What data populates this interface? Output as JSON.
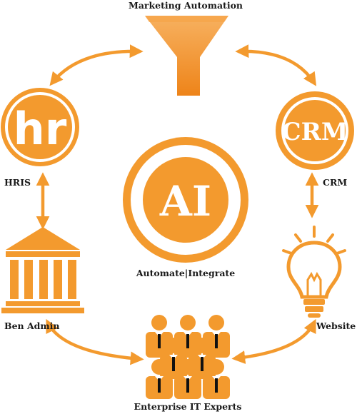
{
  "nodes": {
    "top": {
      "label": "Marketing Automation",
      "icon": "funnel-icon"
    },
    "left_top": {
      "label": "HRIS",
      "icon": "hr-logo-icon",
      "icon_text": "hr"
    },
    "right_top": {
      "label": "CRM",
      "icon": "crm-circle-icon",
      "icon_text": "CRM"
    },
    "center": {
      "label": "Automate|Integrate",
      "icon": "ai-circle-icon",
      "icon_text": "AI"
    },
    "left_bottom": {
      "label": "Ben Admin",
      "icon": "bank-building-icon"
    },
    "right_bottom": {
      "label": "Website",
      "icon": "lightbulb-icon"
    },
    "bottom": {
      "label": "Enterprise IT Experts",
      "icon": "people-group-icon"
    }
  },
  "colors": {
    "accent": "#F39A2E",
    "accent_dark": "#E87F10",
    "text": "#1a1a1a"
  }
}
